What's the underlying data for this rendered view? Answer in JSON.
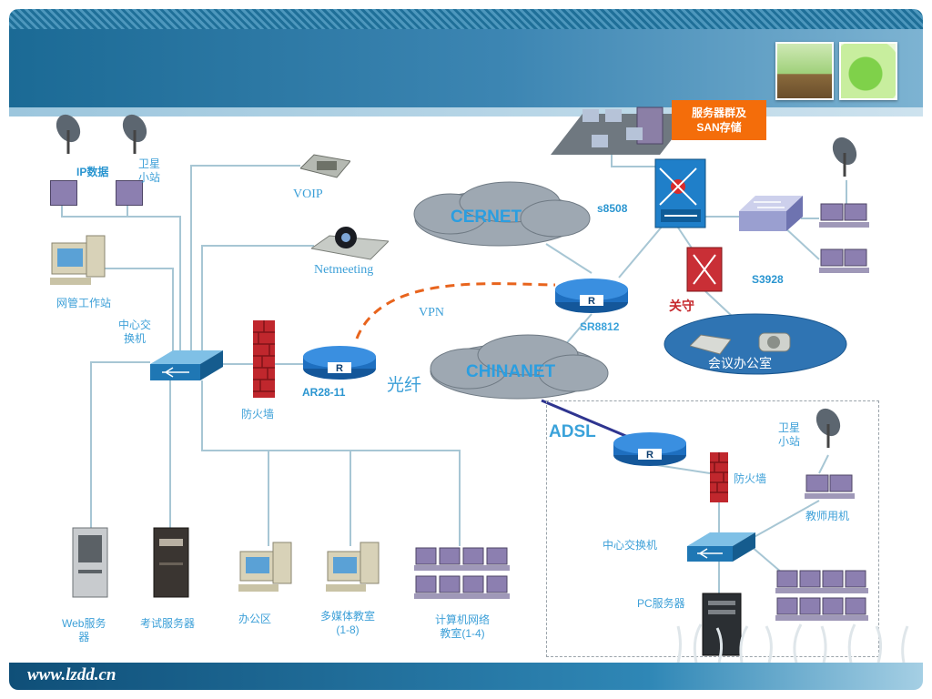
{
  "header": {
    "url": "www.lzdd.cn"
  },
  "labels": {
    "ip_data": "IP数据",
    "satellite_left": [
      "卫星",
      "小站"
    ],
    "voip": "VOIP",
    "netmeeting": "Netmeeting",
    "cernet": "CERNET",
    "s8508": "s8508",
    "server_group": [
      "服务器群及",
      "SAN存储"
    ],
    "s3928": "S3928",
    "gateway": "关守",
    "sr8812": "SR8812",
    "meeting_room": "会议办公室",
    "vpn": "VPN",
    "chinanet": "CHINANET",
    "fiber": "光纤",
    "ar28": "AR28-11",
    "firewall": "防火墙",
    "center_switch": [
      "中心交",
      "换机"
    ],
    "mgmt_station": "网管工作站",
    "adsl": "ADSL",
    "satellite_right": [
      "卫星",
      "小站"
    ],
    "firewall_right": "防火墙",
    "teacher_pc": "教师用机",
    "center_switch_right": "中心交换机",
    "pc_server": "PC服务器",
    "web_server": [
      "Web服务",
      "器"
    ],
    "exam_server": "考试服务器",
    "office": "办公区",
    "multimedia": [
      "多媒体教室",
      "(1-8)"
    ],
    "computer_lab": [
      "计算机网络",
      "教室(1-4)"
    ]
  },
  "colors": {
    "accent": "#3da0d8",
    "link_line": "#a7c6d4",
    "vpn": "#e8641d",
    "adsl_line": "#2f3590",
    "router": "#1e6fc0",
    "firewall": "#c0272d"
  },
  "icons": [
    "satellite-dish-icon",
    "pc-icon",
    "phone-icon",
    "camera-icon",
    "cloud-icon",
    "router-icon",
    "firewall-icon",
    "switch-icon",
    "server-icon"
  ]
}
